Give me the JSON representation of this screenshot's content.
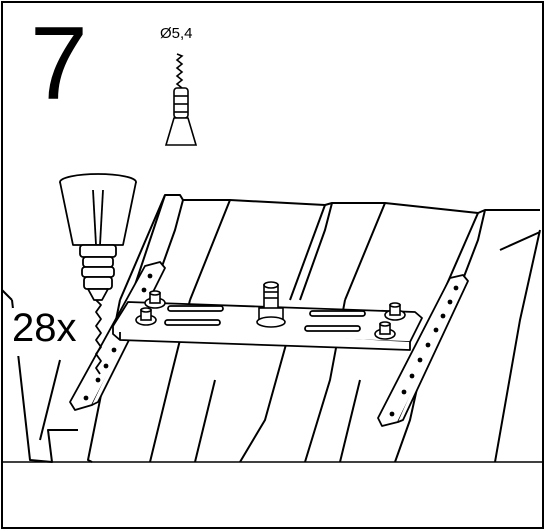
{
  "step": {
    "number": "7"
  },
  "drill_bit": {
    "diameter_label": "Ø5,4"
  },
  "screws": {
    "quantity_label": "28x"
  },
  "icons": [
    "drill-bit-icon",
    "drill-icon",
    "bracket-rail",
    "trapezoid-roof-sheet"
  ],
  "colors": {
    "line": "#000000",
    "background": "#ffffff"
  }
}
